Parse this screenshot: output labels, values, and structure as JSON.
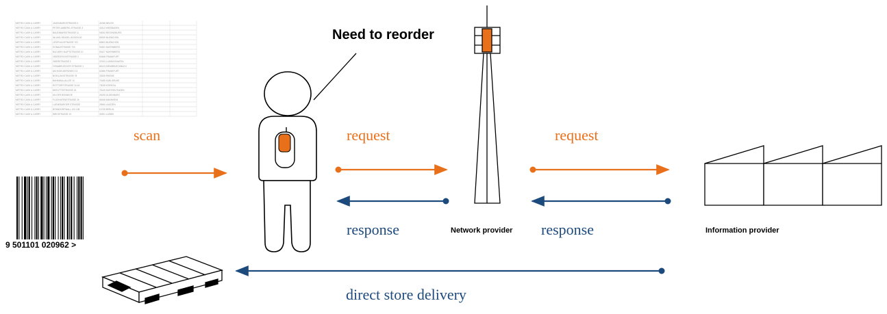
{
  "labels": {
    "callout": "Need to reorder",
    "scan": "scan",
    "request_left": "request",
    "response_left": "response",
    "request_right": "request",
    "response_right": "response",
    "network_provider": "Network provider",
    "information_provider": "Information provider",
    "direct_store_delivery": "direct store delivery"
  },
  "barcode": {
    "digits": "9 501101 020962 >"
  },
  "article_list": {
    "rows": [
      [
        "METRO CASH & CARRY",
        "JAGENBURGSTRASSE 4",
        "41066 NEUSS"
      ],
      [
        "METRO CASH & CARRY",
        "PETER-AMBERG-STRASSE 3",
        "41812 WIESBADEN"
      ],
      [
        "METRO CASH & CARRY",
        "BAUDIMARSSTRASSE 11",
        "93053 REGENSBURG"
      ],
      [
        "METRO CASH & CARRY",
        "INLAND-HEASEL-BOGEN 50",
        "80939 MUENCHEN"
      ],
      [
        "METRO CASH & CARRY",
        "LEOPHILDSTRASSE 702",
        "80803 MUENCHEN"
      ],
      [
        "METRO CASH & CARRY",
        "DONAUSTRASSE 700",
        "90451 NUERNBERG"
      ],
      [
        "METRO CASH & CARRY",
        "BUCHER HAUPTSTRASSE 10",
        "90427 NUERNBERG"
      ],
      [
        "METRO CASH & CARRY",
        "OBEROESCHSTRASSE 2",
        "60468 FRANKFURT"
      ],
      [
        "METRO CASH & CARRY",
        "OBERSTRASSE 2",
        "07003 LUDWIGSHAFEN"
      ],
      [
        "METRO CASH & CARRY",
        "OSNABRUECKER STRASSE 1",
        "86123 DIEMBRUECKBACH"
      ],
      [
        "METRO CASH & CARRY",
        "AM INGELBERGWEG 13",
        "60386 FRANKFURT"
      ],
      [
        "METRO CASH & CARRY",
        "BOELLINGSTRASSE 78",
        "33335 RHEINE"
      ],
      [
        "METRO CASH & CARRY",
        "BAHNWALLALLEE 10",
        "75185 KARLSRUHE"
      ],
      [
        "METRO CASH & CARRY",
        "ROTTORFSTRASSE 10-16",
        "73035 KORNTAL"
      ],
      [
        "METRO CASH & CARRY",
        "NEEUTTESTRASSE 15",
        "76149 DUESSELTINGEN"
      ],
      [
        "METRO CASH & CARRY",
        "AN DER BONNKOE",
        "28195 OLDENBURG"
      ],
      [
        "METRO CASH & CARRY",
        "FLUGHAFENSTRASSE 26",
        "68168 MANNHEIM"
      ],
      [
        "METRO CASH & CARRY",
        "LUENEBURGER STRASSE",
        "25960 LAATZEN"
      ],
      [
        "METRO CASH & CARRY",
        "BONNDORFWALL 100-108",
        "10735 BERLIN"
      ],
      [
        "METRO CASH & CARRY",
        "WROSTRASSE 19",
        "30391 LUEBIK"
      ]
    ]
  },
  "colors": {
    "request_orange": "#e8701a",
    "response_blue": "#1c4a7c",
    "outline": "#000000"
  },
  "icons": {
    "person": "person-icon",
    "handheld": "handheld-device-icon",
    "tower": "network-tower-icon",
    "factory": "factory-icon",
    "pallet": "pallet-icon",
    "barcode": "barcode-icon",
    "list": "article-list-icon"
  }
}
